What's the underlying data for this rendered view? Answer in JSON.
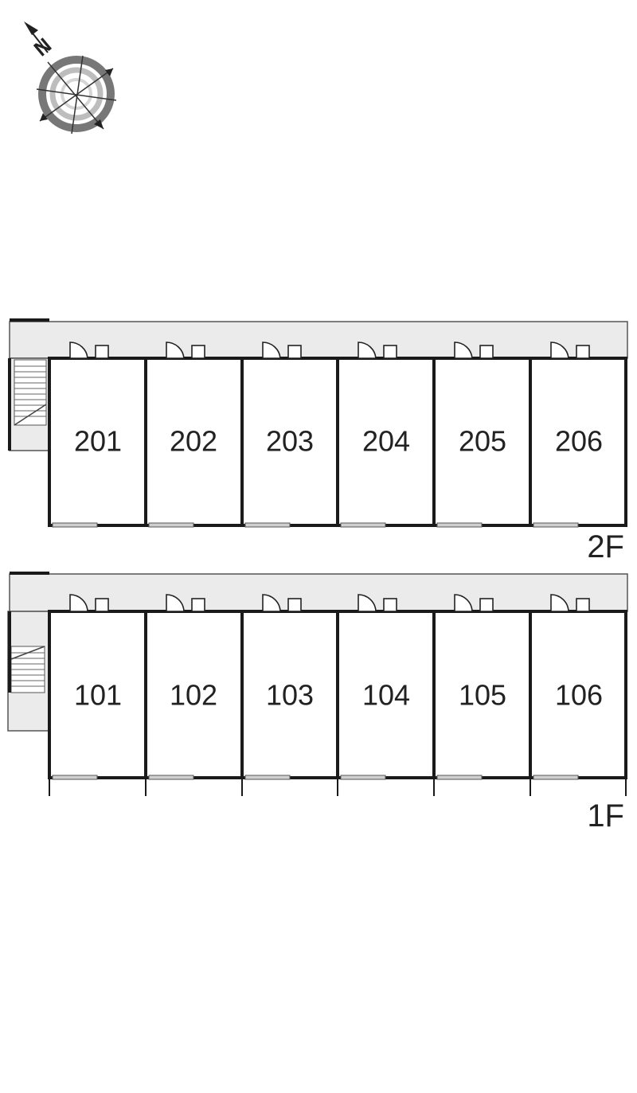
{
  "compass": {
    "north_label": "N",
    "icon": "compass-rose-icon"
  },
  "floors": [
    {
      "label": "2F",
      "units": [
        "201",
        "202",
        "203",
        "204",
        "205",
        "206"
      ]
    },
    {
      "label": "1F",
      "units": [
        "101",
        "102",
        "103",
        "104",
        "105",
        "106"
      ]
    }
  ],
  "colors": {
    "wall": "#1a1a1a",
    "corridor": "#ebebeb",
    "compass_ring_outer": "#777777",
    "compass_ring_inner": "#bdbdbd"
  }
}
